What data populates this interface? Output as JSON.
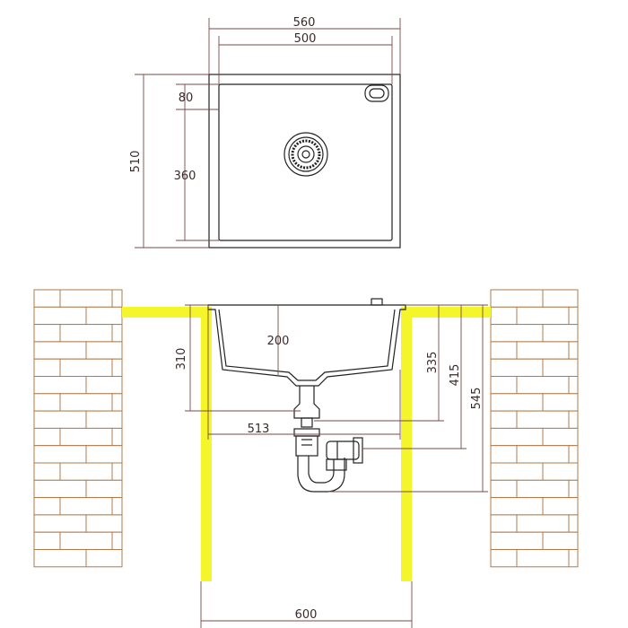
{
  "colors": {
    "wall": "#f4f52a",
    "brick_stroke": "#b07a4a",
    "dim_line": "#7a4a4a",
    "outline": "#222222"
  },
  "top_view": {
    "outer_width": "560",
    "inner_width": "500",
    "outer_depth": "510",
    "rim_offset": "80",
    "drain_offset": "360"
  },
  "side_view": {
    "bowl_depth": "200",
    "depth_310": "310",
    "depth_335": "335",
    "depth_415": "415",
    "depth_545": "545",
    "width_513": "513",
    "cabinet_width": "600"
  }
}
